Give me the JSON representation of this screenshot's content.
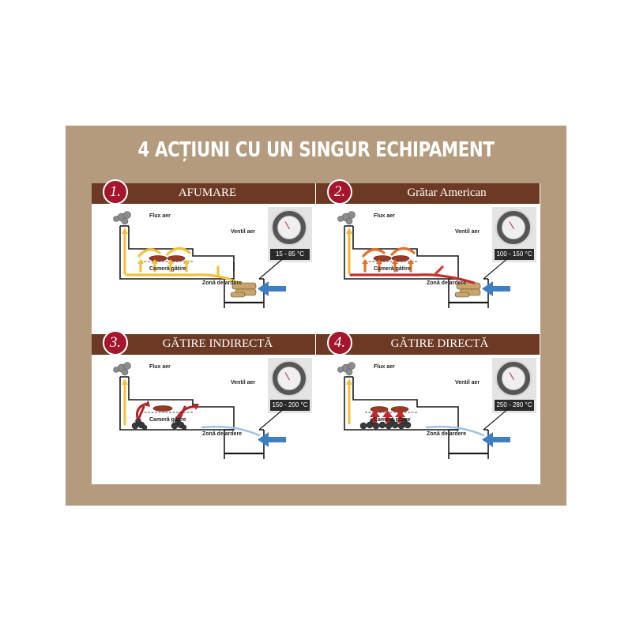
{
  "title": "4 ACȚIUNI CU UN SINGUR ECHIPAMENT",
  "labels": {
    "flux": "Flux aer",
    "ventil": "Ventil aer",
    "camera": "Cameră gătire",
    "zona": "Zonă de ardere"
  },
  "panels": [
    {
      "number": "1.",
      "title": "AFUMARE",
      "temperature": "15 - 85 °C",
      "flow_color": "#f2c13c"
    },
    {
      "number": "2.",
      "title": "Grătar American",
      "temperature": "100 - 150 °C",
      "flow_color": "#e2702a"
    },
    {
      "number": "3.",
      "title": "GĂTIRE INDIRECTĂ",
      "temperature": "150 - 200 °C",
      "flow_color": "#b3262a"
    },
    {
      "number": "4.",
      "title": "GĂTIRE DIRECTĂ",
      "temperature": "250 - 280 °C",
      "flow_color": "#c8262b"
    }
  ],
  "colors": {
    "board": "#b49b7e",
    "header": "#6c3a24",
    "badge": "#a5162d",
    "air_arrow": "#3e7fc4"
  }
}
